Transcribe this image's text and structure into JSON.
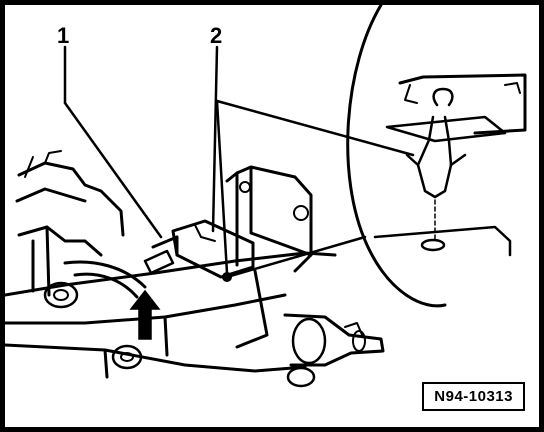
{
  "callouts": {
    "one": "1",
    "two": "2"
  },
  "reference": "N94-10313",
  "colors": {
    "ink": "#000000",
    "paper": "#ffffff"
  }
}
